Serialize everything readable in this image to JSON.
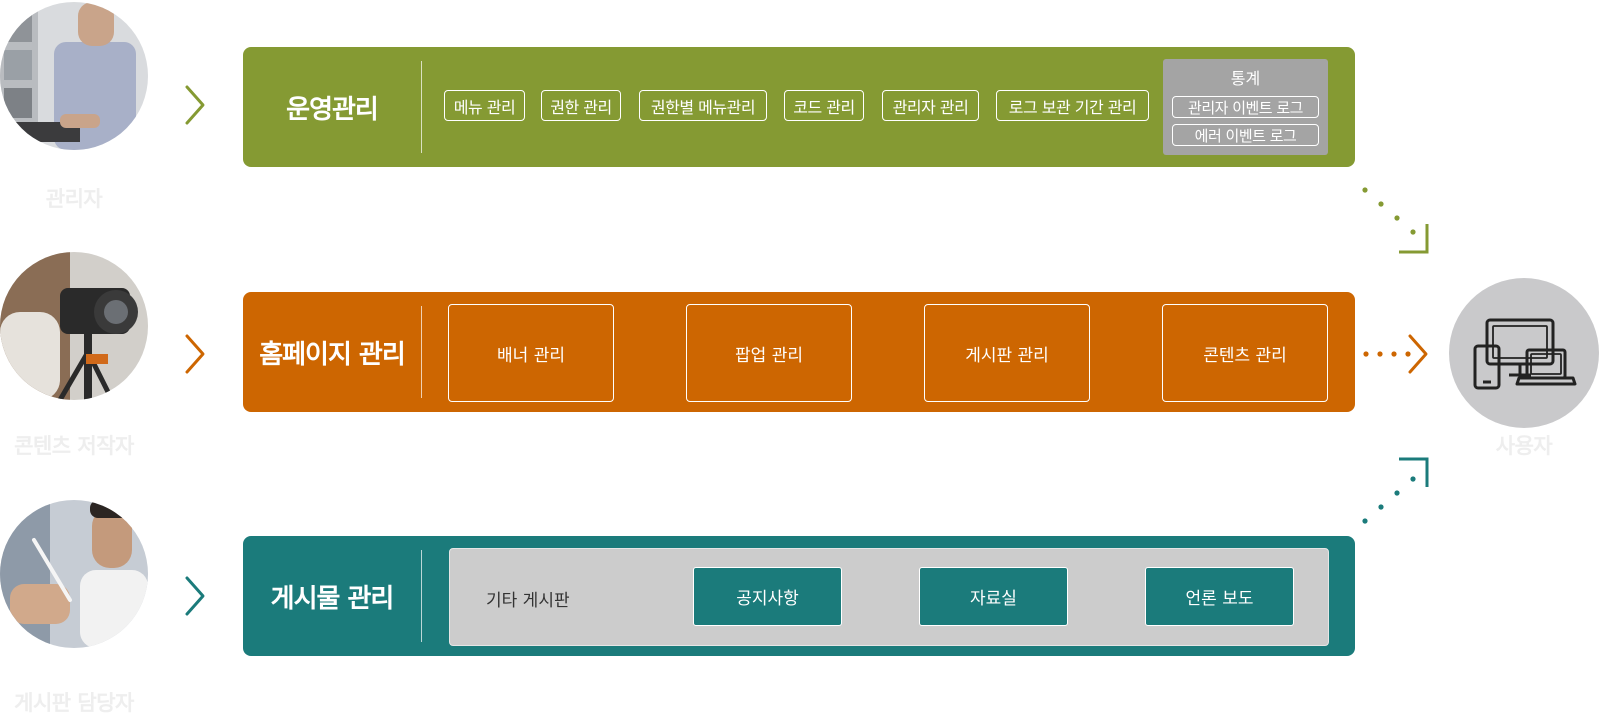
{
  "roles": {
    "admin": "관리자",
    "creator": "콘텐츠 저작자",
    "board_manager": "게시판 담당자",
    "user": "사용자"
  },
  "operations": {
    "title": "운영관리",
    "items": [
      "메뉴 관리",
      "권한 관리",
      "권한별 메뉴관리",
      "코드 관리",
      "관리자 관리",
      "로그 보관 기간 관리"
    ],
    "stats": {
      "title": "통계",
      "items": [
        "관리자 이벤트 로그",
        "에러 이벤트 로그"
      ]
    }
  },
  "homepage": {
    "title": "홈페이지 관리",
    "items": [
      "배너 관리",
      "팝업 관리",
      "게시판 관리",
      "콘텐츠 관리"
    ]
  },
  "posts": {
    "title": "게시물 관리",
    "other_label": "기타 게시판",
    "items": [
      "공지사항",
      "자료실",
      "언론 보도"
    ]
  },
  "colors": {
    "operations": "#859a33",
    "homepage": "#cd6601",
    "posts": "#1b7b7b",
    "stats_box": "#a4a4a4",
    "user_circle": "#c9c9cb"
  },
  "icons": [
    "chevron-right-icon",
    "devices-icon"
  ]
}
